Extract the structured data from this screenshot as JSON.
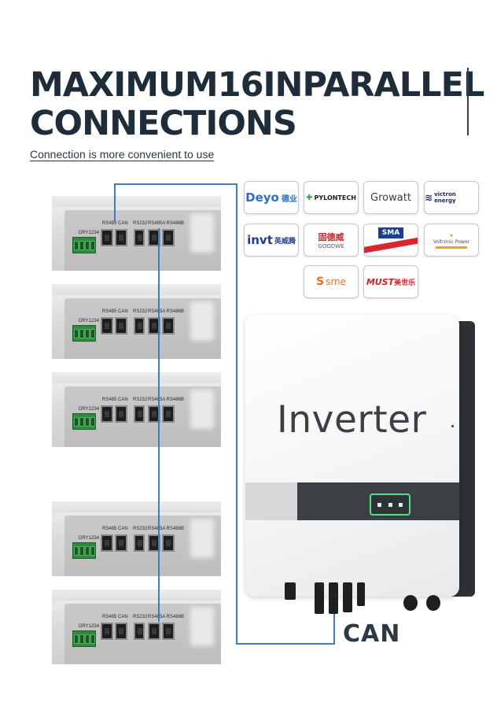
{
  "header": {
    "title_line1": "MAXIMUM16INPARALLEL",
    "title_line2": "CONNECTIONS",
    "subtitle": "Connection is more convenient to use"
  },
  "battery_panel": {
    "dry_label": "DRY1234",
    "rs485_can_label": "RS485 CAN",
    "rs232_label": "RS232",
    "rs485ab_label": "RS485A RS486B"
  },
  "brands": [
    {
      "name": "Deyo",
      "suffix": "德业",
      "color": "#2a6fc4",
      "icon": "none"
    },
    {
      "name": "PYLONTECH",
      "color": "#1c1c1c",
      "icon": "pylon-icon"
    },
    {
      "name": "Growatt",
      "color": "#3d3d3d",
      "icon": "growatt-g-icon"
    },
    {
      "name": "victron energy",
      "color": "#1a2c6b",
      "icon": "victron-icon"
    },
    {
      "name": "invt",
      "suffix": "英威腾",
      "color": "#1e3e8c",
      "icon": "none"
    },
    {
      "name": "固德威",
      "sub": "GOODWE",
      "color": "#c0272d",
      "icon": "goodwe-icon"
    },
    {
      "name": "SMA",
      "color": "#1b3f8f",
      "icon": "sma-wave-icon"
    },
    {
      "name": "Voltronic Power",
      "color": "#4a4a4a",
      "icon": "voltronic-icon"
    },
    {
      "name": "srne",
      "color": "#e46e1d",
      "icon": "srne-icon"
    },
    {
      "name": "MUST",
      "suffix": "美世乐",
      "color": "#d0202a",
      "icon": "none"
    }
  ],
  "inverter": {
    "label": "Inverter",
    "body_color": "#f4f5f6",
    "panel_color": "#3c4044",
    "led_color": "#55e08a"
  },
  "connection": {
    "label": "CAN",
    "wire_color": "#3f7cc6"
  }
}
